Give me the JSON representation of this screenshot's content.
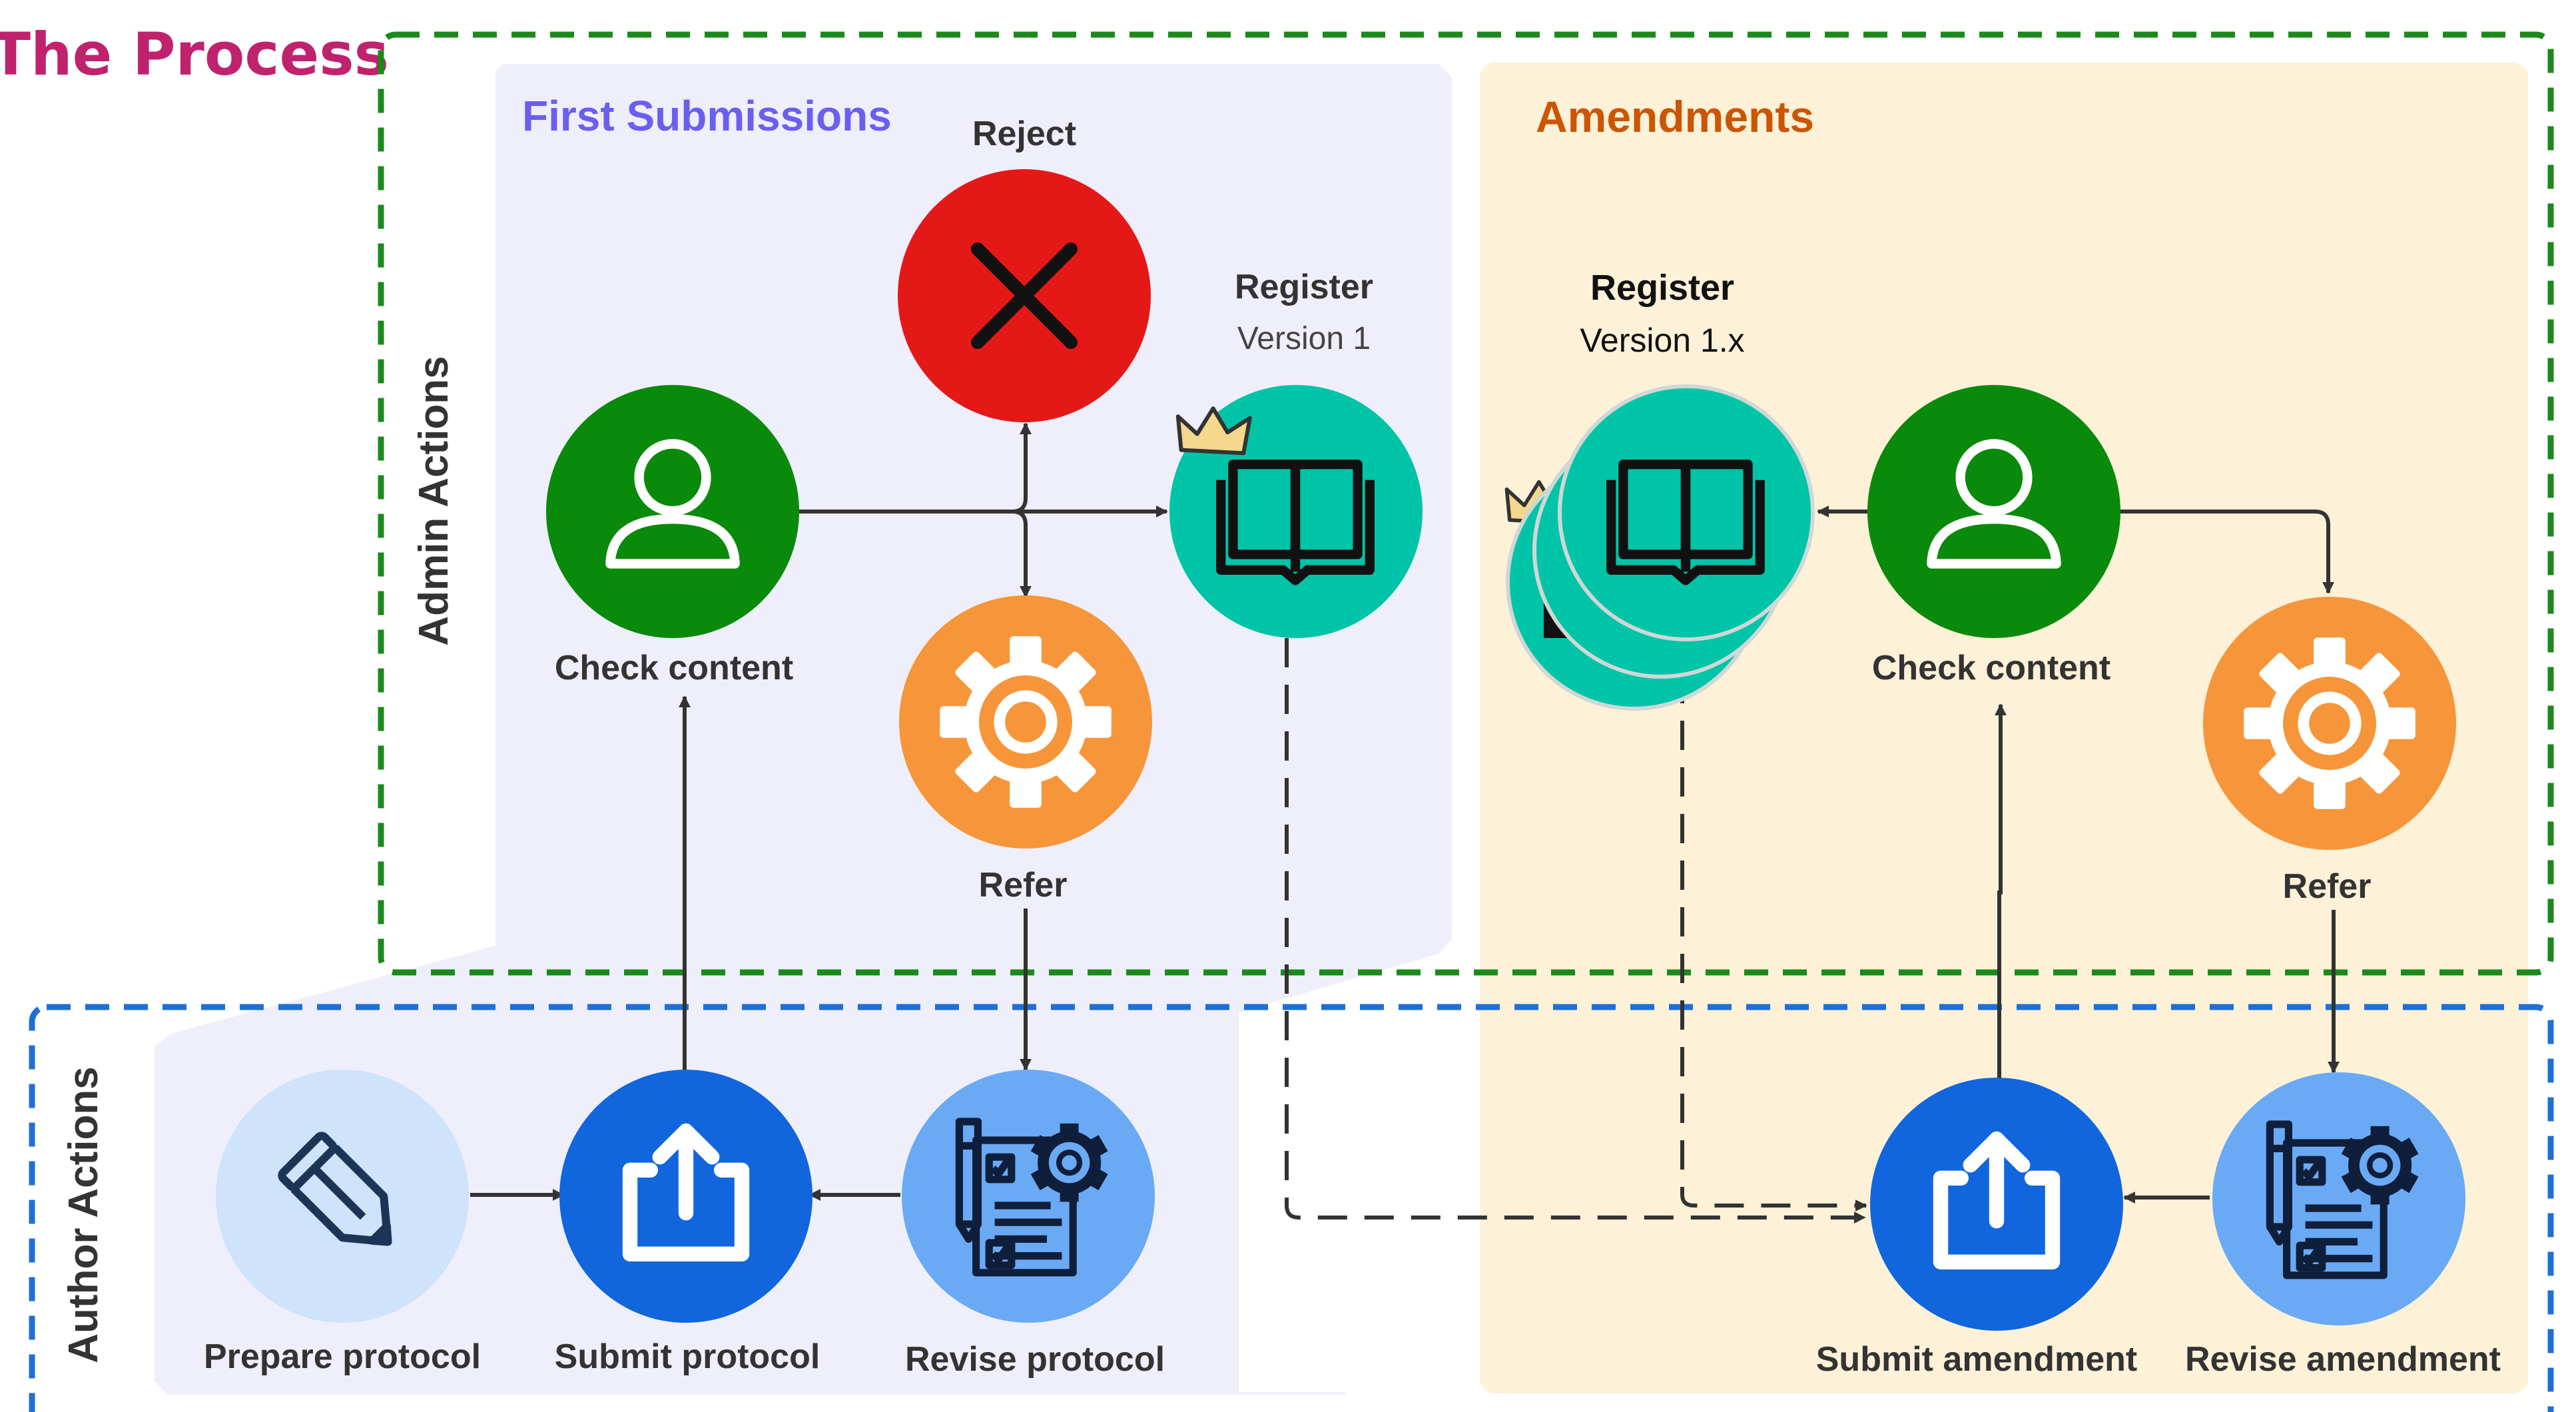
{
  "page": {
    "title": "The Process",
    "colors": {
      "title": "#c0226e",
      "admin_border": "#1a8a1a",
      "author_border": "#1f6fd6",
      "first_bg": "#efeffb",
      "amend_bg": "#fdf1d8",
      "first_heading": "#6b5ff0",
      "amend_heading": "#cc5500",
      "green_node": "#0a8a0a",
      "teal_node": "#00c4a7",
      "orange_node": "#f7953a",
      "red_node": "#e51818",
      "blue_node": "#1166dd",
      "lightblue_node": "#6aaaf5",
      "paleblue_node": "#cfe3fb"
    }
  },
  "lanes": {
    "admin": "Admin Actions",
    "author": "Author Actions"
  },
  "sections": {
    "first": "First Submissions",
    "amend": "Amendments"
  },
  "nodes": {
    "reject": {
      "label": "Reject",
      "icon": "x-icon"
    },
    "check1": {
      "label": "Check content",
      "icon": "person-icon"
    },
    "register1": {
      "label": "Register",
      "sublabel": "Version 1",
      "icon": "book-icon"
    },
    "refer1": {
      "label": "Refer",
      "icon": "gear-icon"
    },
    "register2": {
      "label": "Register",
      "sublabel": "Version 1.x",
      "icon": "book-icon"
    },
    "check2": {
      "label": "Check content",
      "icon": "person-icon"
    },
    "refer2": {
      "label": "Refer",
      "icon": "gear-icon"
    },
    "prepare": {
      "label": "Prepare protocol",
      "icon": "pencil-icon"
    },
    "submit1": {
      "label": "Submit protocol",
      "icon": "upload-icon"
    },
    "revise1": {
      "label": "Revise protocol",
      "icon": "document-gear-icon"
    },
    "submit2": {
      "label": "Submit amendment",
      "icon": "upload-icon"
    },
    "revise2": {
      "label": "Revise amendment",
      "icon": "document-gear-icon"
    }
  }
}
